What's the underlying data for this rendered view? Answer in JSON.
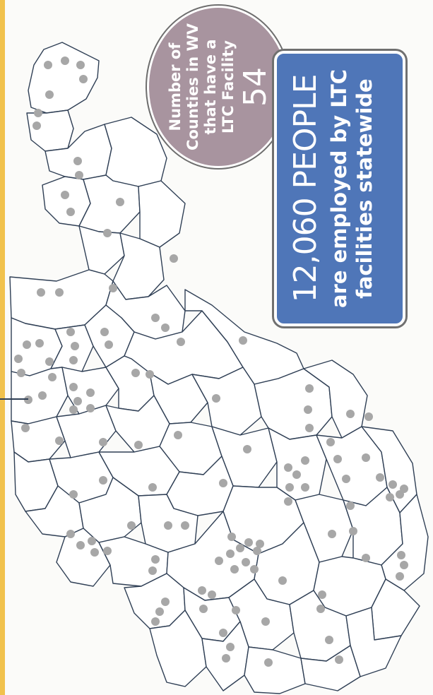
{
  "infographic": {
    "counties_callout": {
      "label": "Number of Counties in WV that have a LTC Facility",
      "value": "54"
    },
    "employment_callout": {
      "headline": "12,060 PEOPLE",
      "subtext": "are employed by LTC facilities statewide"
    }
  },
  "map": {
    "subject": "West Virginia counties with long-term care (LTC) facilities",
    "colors": {
      "county_fill": "#ffffff",
      "county_border": "#2f3f55",
      "facility_dot": "#a7a7a7",
      "counties_circle": "#a8949f",
      "employment_box": "#4f76b8",
      "left_accent": "#f1c24d"
    }
  }
}
